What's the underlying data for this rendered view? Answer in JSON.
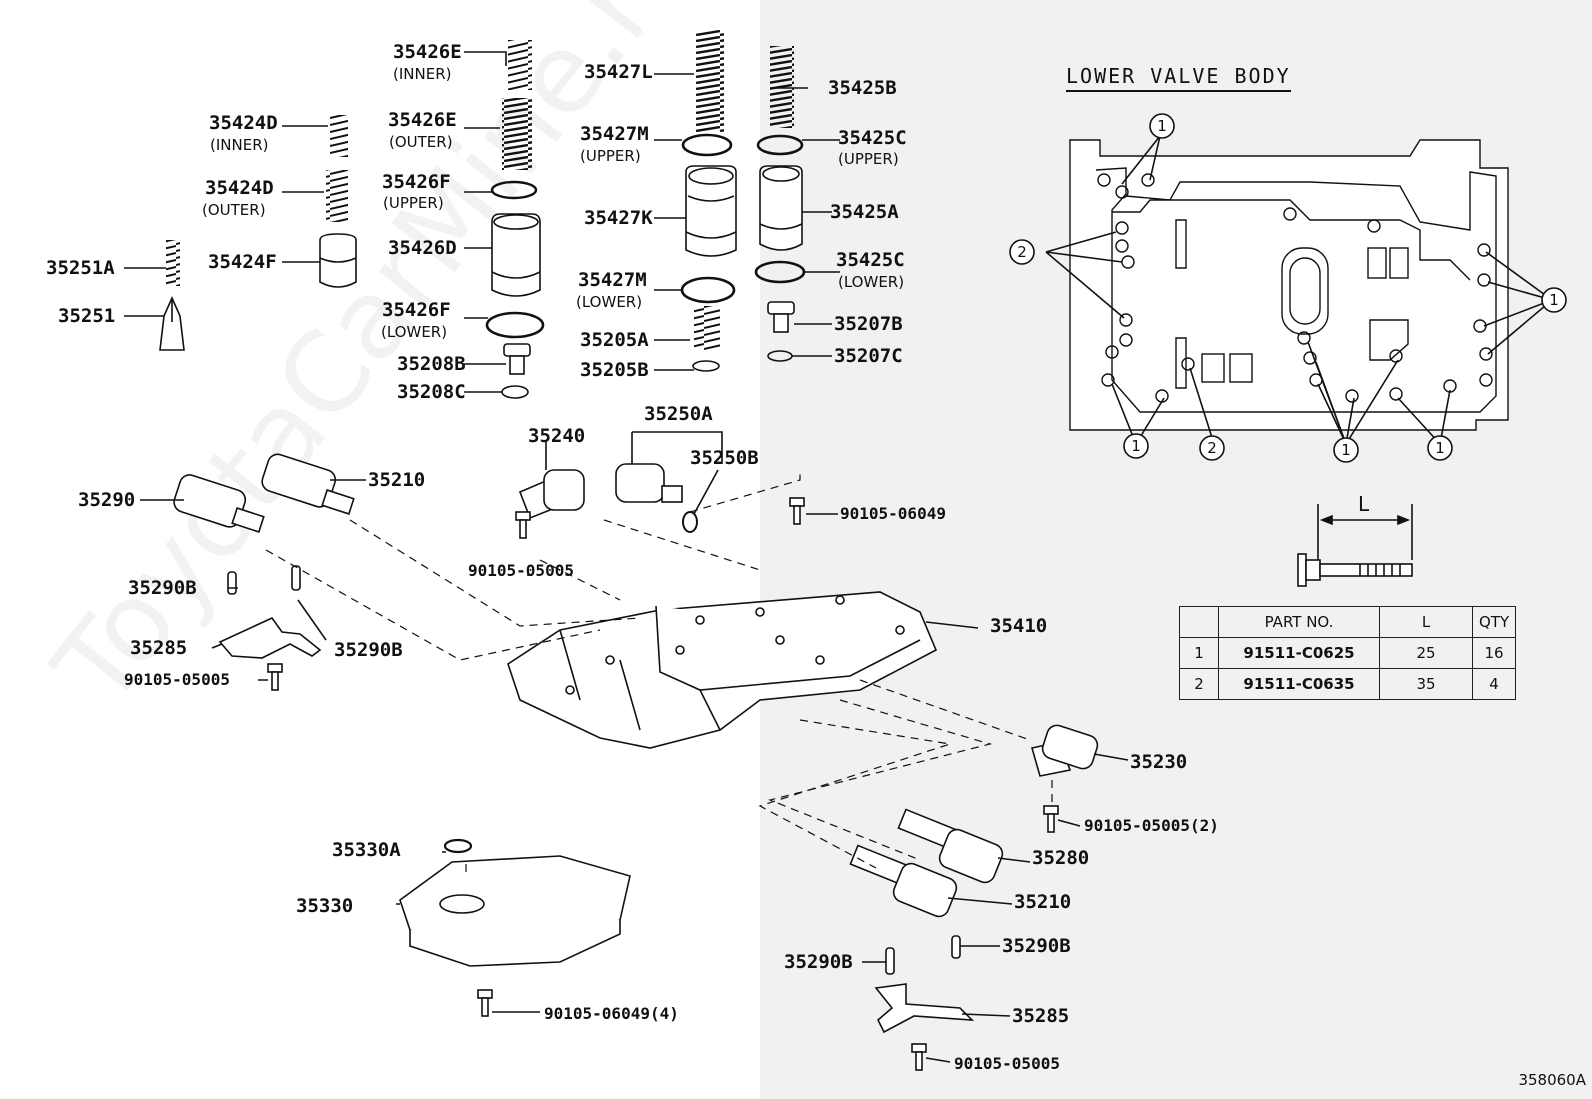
{
  "watermark": "ToyotaCarMine.ru",
  "inset_title": "LOWER VALVE BODY",
  "diagram_code": "358060A",
  "labels": {
    "p35426E_inner": "35426E",
    "p35426E_inner_sub": "(INNER)",
    "p35426E_outer": "35426E",
    "p35426E_outer_sub": "(OUTER)",
    "p35424D_inner": "35424D",
    "p35424D_inner_sub": "(INNER)",
    "p35424D_outer": "35424D",
    "p35424D_outer_sub": "(OUTER)",
    "p35426F_upper": "35426F",
    "p35426F_upper_sub": "(UPPER)",
    "p35426D": "35426D",
    "p35426F_lower": "35426F",
    "p35426F_lower_sub": "(LOWER)",
    "p35208B": "35208B",
    "p35208C": "35208C",
    "p35251A": "35251A",
    "p35251": "35251",
    "p35424F": "35424F",
    "p35427L": "35427L",
    "p35427M_upper": "35427M",
    "p35427M_upper_sub": "(UPPER)",
    "p35427K": "35427K",
    "p35427M_lower": "35427M",
    "p35427M_lower_sub": "(LOWER)",
    "p35205A": "35205A",
    "p35205B": "35205B",
    "p35425B": "35425B",
    "p35425C_upper": "35425C",
    "p35425C_upper_sub": "(UPPER)",
    "p35425A": "35425A",
    "p35425C_lower": "35425C",
    "p35425C_lower_sub": "(LOWER)",
    "p35207B": "35207B",
    "p35207C": "35207C",
    "p35290": "35290",
    "p35210": "35210",
    "p35240": "35240",
    "p35250A": "35250A",
    "p35250B": "35250B",
    "b90105_06049": "90105-06049",
    "b90105_05005_a": "90105-05005",
    "p35290B_a": "35290B",
    "p35290B_b": "35290B",
    "p35285_a": "35285",
    "b90105_05005_b": "90105-05005",
    "p35410": "35410",
    "p35230": "35230",
    "b90105_05005_2": "90105-05005(2)",
    "p35280": "35280",
    "p35210_b": "35210",
    "p35330A": "35330A",
    "p35330": "35330",
    "p35290B_c": "35290B",
    "p35290B_d": "35290B",
    "b90105_06049_4": "90105-06049(4)",
    "p35285_b": "35285",
    "b90105_05005_c": "90105-05005"
  },
  "callouts": {
    "one": "1",
    "two": "2"
  },
  "dimension_label": "L",
  "bolt_table": {
    "headers": [
      "",
      "PART NO.",
      "L",
      "QTY"
    ],
    "rows": [
      {
        "idx": "1",
        "part": "91511-C0625",
        "length": "25",
        "qty": "16"
      },
      {
        "idx": "2",
        "part": "91511-C0635",
        "length": "35",
        "qty": "4"
      }
    ]
  }
}
